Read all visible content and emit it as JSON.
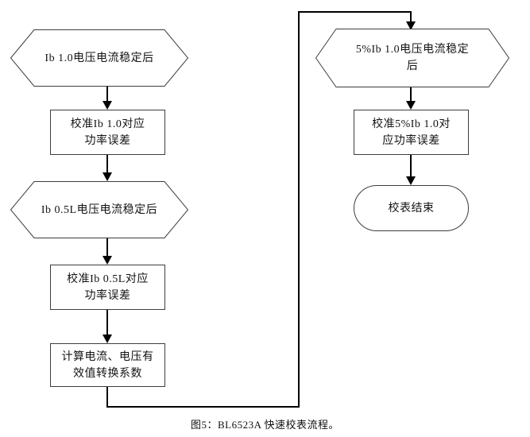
{
  "figure": {
    "caption": "图5：BL6523A 快速校表流程。"
  },
  "colors": {
    "background": "#ffffff",
    "shape_border": "#3d3d3d",
    "connector_line": "#000000",
    "text": "#141414"
  },
  "nodes": {
    "step1": {
      "type": "hexagon",
      "lines": [
        "Ib 1.0电压电流稳定后"
      ]
    },
    "step2": {
      "type": "process",
      "lines": [
        "校准Ib 1.0对应",
        "功率误差"
      ]
    },
    "step3": {
      "type": "hexagon",
      "lines": [
        "Ib 0.5L电压电流稳定后"
      ]
    },
    "step4": {
      "type": "process",
      "lines": [
        "校准Ib 0.5L对应",
        "功率误差"
      ]
    },
    "step5": {
      "type": "process",
      "lines": [
        "计算电流、电压有",
        "效值转换系数"
      ]
    },
    "step6": {
      "type": "hexagon",
      "lines": [
        "5%Ib 1.0电压电流稳定",
        "后"
      ]
    },
    "step7": {
      "type": "process",
      "lines": [
        "校准5%Ib 1.0对",
        "应功率误差"
      ]
    },
    "step8": {
      "type": "terminal",
      "lines": [
        "校表结束"
      ]
    }
  }
}
